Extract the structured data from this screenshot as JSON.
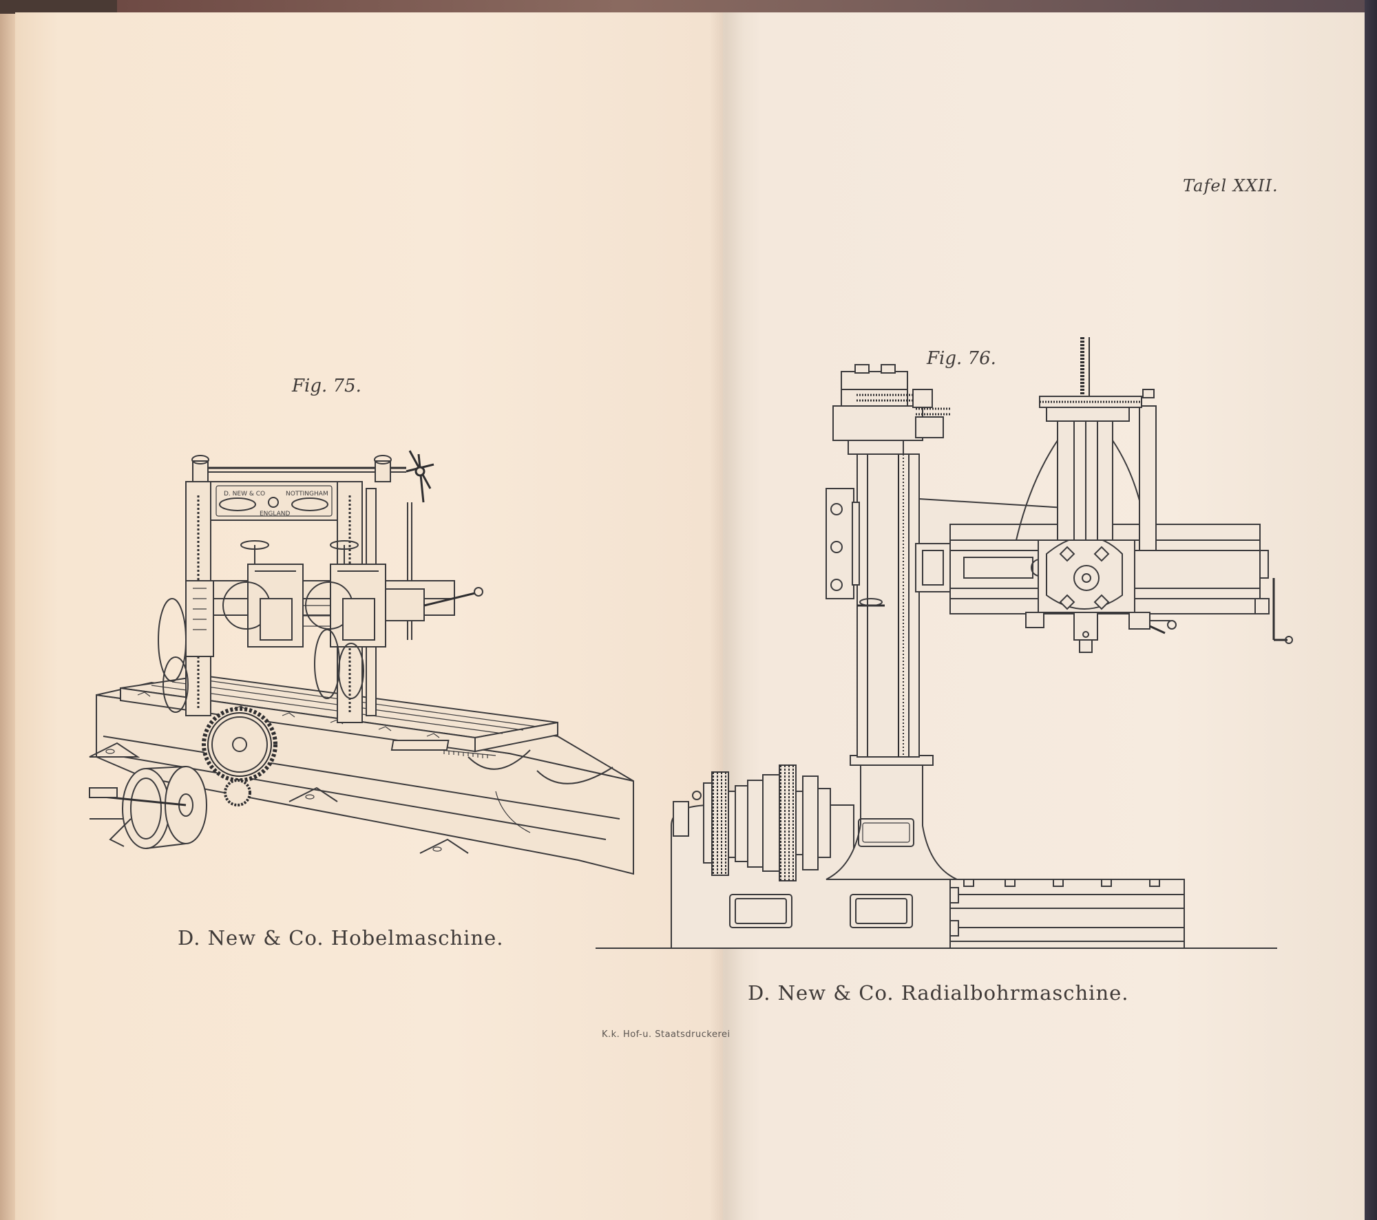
{
  "plate": {
    "label": "Tafel XXII."
  },
  "fig75": {
    "label": "Fig. 75.",
    "nameplate": {
      "line1": "D. NEW & CO",
      "line2": "NOTTINGHAM",
      "line3": "ENGLAND"
    },
    "caption": "D. New & Co. Hobelmaschine."
  },
  "fig76": {
    "label": "Fig. 76.",
    "caption": "D. New & Co. Radialbohrmaschine."
  },
  "printer": "K.k. Hof-u. Staatsdruckerei"
}
